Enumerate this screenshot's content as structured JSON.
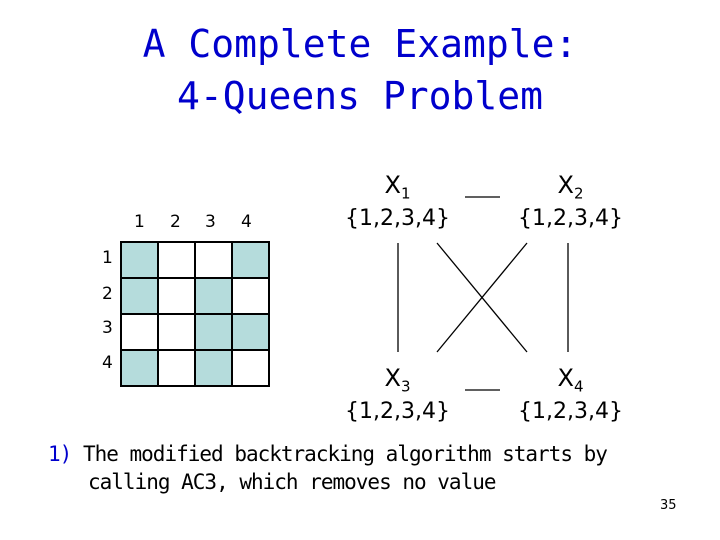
{
  "title": {
    "line1": "A Complete Example:",
    "line2": "4-Queens Problem"
  },
  "board": {
    "column_labels": [
      "1",
      "2",
      "3",
      "4"
    ],
    "row_labels": [
      "1",
      "2",
      "3",
      "4"
    ],
    "shaded_cells": [
      [
        true,
        false,
        false,
        true
      ],
      [
        true,
        false,
        true,
        false
      ],
      [
        false,
        false,
        true,
        true
      ],
      [
        true,
        false,
        true,
        false
      ]
    ],
    "shade_color": "#b5dcdc"
  },
  "variables": {
    "x1": {
      "name": "X",
      "sub": "1",
      "domain": "{1,2,3,4}"
    },
    "x2": {
      "name": "X",
      "sub": "2",
      "domain": "{1,2,3,4}"
    },
    "x3": {
      "name": "X",
      "sub": "3",
      "domain": "{1,2,3,4}"
    },
    "x4": {
      "name": "X",
      "sub": "4",
      "domain": "{1,2,3,4}"
    }
  },
  "note": {
    "number": "1)",
    "line1": "The modified backtracking algorithm starts by",
    "line2": "calling AC3, which removes no value"
  },
  "page_number": "35",
  "colors": {
    "title": "#0000cc",
    "note_number": "#0000cc"
  }
}
